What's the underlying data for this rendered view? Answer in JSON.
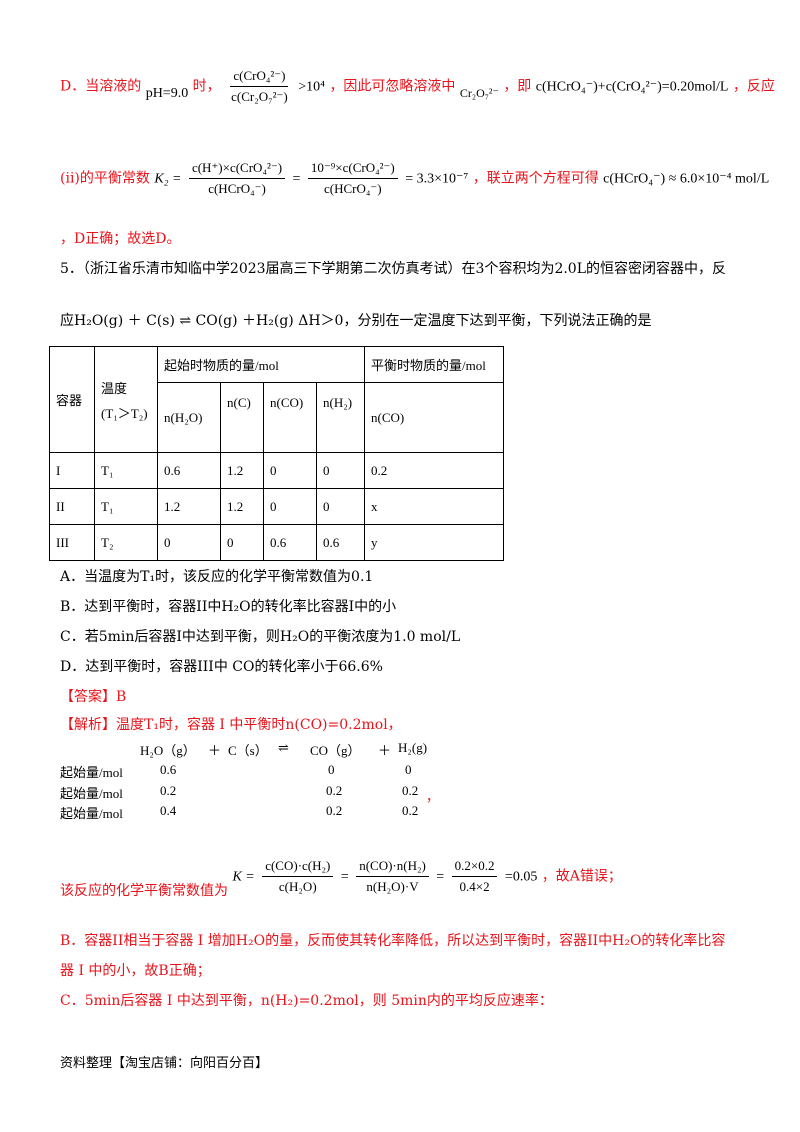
{
  "partD": {
    "intro": "D．当溶液的",
    "ph": "pH=9.0",
    "shi": "时，",
    "ratio_num": "c(CrO₄²⁻)",
    "ratio_den": "c(Cr₂O₇²⁻)",
    "gt": ">10⁴",
    "neglect": "，因此可忽略溶液中",
    "cr2o7": "Cr₂O₇²⁻",
    "ji": "，即",
    "sum_eq": "c(HCrO₄⁻)+c(CrO₄²⁻)=0.20mol/L",
    "fanying": "，反应"
  },
  "partD2": {
    "prefix": "(ii)的平衡常数",
    "k2": "K₂ =",
    "f1_num": "c(H⁺)×c(CrO₄²⁻)",
    "f1_den": "c(HCrO₄⁻)",
    "f2_num": "10⁻⁹×c(CrO₄²⁻)",
    "f2_den": "c(HCrO₄⁻)",
    "result": "= 3.3×10⁻⁷",
    "lianli": "，联立两个方程可得",
    "approx": "c(HCrO₄⁻) ≈ 6.0×10⁻⁴ mol/L"
  },
  "partD3": "，D正确；故选D。",
  "q5": {
    "line1": "5．（浙江省乐清市知临中学2023届高三下学期第二次仿真考试）在3个容积均为2.0L的恒容密闭容器中，反",
    "line2": "应H₂O(g) ＋ C(s) ⇌ CO(g) ＋H₂(g)  ΔH＞0，分别在一定温度下达到平衡，下列说法正确的是"
  },
  "table": {
    "h_container": "容器",
    "h_temp1": "温度",
    "h_temp2": "(T₁＞T₂)",
    "h_start": "起始时物质的量/mol",
    "h_eq": "平衡时物质的量/mol",
    "h_nh2o": "n(H₂O)",
    "h_nc": "n(C)",
    "h_nco": "n(CO)",
    "h_nh2": "n(H₂)",
    "h_neqco": "n(CO)",
    "rows": [
      [
        "I",
        "T₁",
        "0.6",
        "1.2",
        "0",
        "0",
        "0.2"
      ],
      [
        "II",
        "T₁",
        "1.2",
        "1.2",
        "0",
        "0",
        "x"
      ],
      [
        "III",
        "T₂",
        "0",
        "0",
        "0.6",
        "0.6",
        "y"
      ]
    ]
  },
  "options": {
    "A": "A．当温度为T₁时，该反应的化学平衡常数值为0.1",
    "B": "B．达到平衡时，容器II中H₂O的转化率比容器I中的小",
    "C": "C．若5min后容器I中达到平衡，则H₂O的平衡浓度为1.0 mol/L",
    "D": "D．达到平衡时，容器III中  CO的转化率小于66.6%"
  },
  "answer": {
    "label": "【答案】",
    "value": "B"
  },
  "analysis": {
    "label": "【解析】",
    "text": "温度T₁时，容器 I 中平衡时n(CO)=0.2mol，"
  },
  "ice": {
    "header": [
      "H₂O（g）",
      "＋",
      "C（s）",
      "⇌",
      "CO（g）",
      "＋",
      "H₂(g)"
    ],
    "rows": [
      {
        "label": "起始量/mol",
        "v": [
          "0.6",
          "0",
          "0"
        ]
      },
      {
        "label": "起始量/mol",
        "v": [
          "0.2",
          "0.2",
          "0.2"
        ]
      },
      {
        "label": "起始量/mol",
        "v": [
          "0.4",
          "0.2",
          "0.2"
        ]
      }
    ],
    "comma": "，"
  },
  "kcalc": {
    "prefix": "该反应的化学平衡常数值为",
    "k": "K =",
    "f1_num": "c(CO)·c(H₂)",
    "f1_den": "c(H₂O)",
    "f2_num": "n(CO)·n(H₂)",
    "f2_den": "n(H₂O)·V",
    "f3_num": "0.2×0.2",
    "f3_den": "0.4×2",
    "result": "=0.05",
    "suffix": "，故A错误；"
  },
  "partB1": "B．容器II相当于容器 I 增加H₂O的量，反而使其转化率降低，所以达到平衡时，容器II中H₂O的转化率比容",
  "partB2": "器 I 中的小，故B正确；",
  "partC": "C．5min后容器 I 中达到平衡，n(H₂)=0.2mol，则 5min内的平均反应速率：",
  "footer": "资料整理【淘宝店铺：向阳百分百】"
}
